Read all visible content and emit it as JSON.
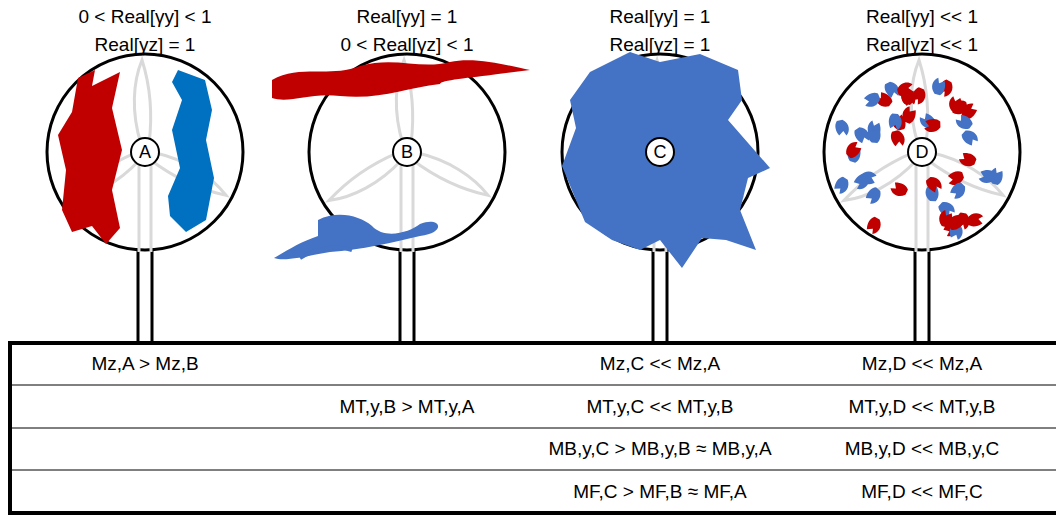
{
  "diagram": {
    "nodes": [
      {
        "text": [
          "A"
        ]
      },
      {
        "text": [
          "B"
        ]
      },
      {
        "text": [
          "C"
        ]
      },
      {
        "text": [
          "D"
        ]
      }
    ],
    "labels": [
      "0 < Real[γy] < 1",
      "Real[γz] = 1",
      "Real[γy] = 1",
      "0 < Real[γz] < 1",
      "Real[γy] = 1",
      "Real[γz] = 1",
      "Real[γy] << 1",
      "Real[γz] << 1",
      "Mz,A > Mz,B",
      "Mz,C << Mz,A",
      "Mz,D << Mz,A",
      "MT,y,B > MT,y,A",
      "MT,y,C << MT,y,B",
      "MT,y,D << MT,y,B",
      "MB,y,C > MB,y,B ≈ MB,y,A",
      "MB,y,D << MB,y,C",
      "MF,C > MF,B ≈ MF,A",
      "MF,D << MF,C"
    ]
  }
}
